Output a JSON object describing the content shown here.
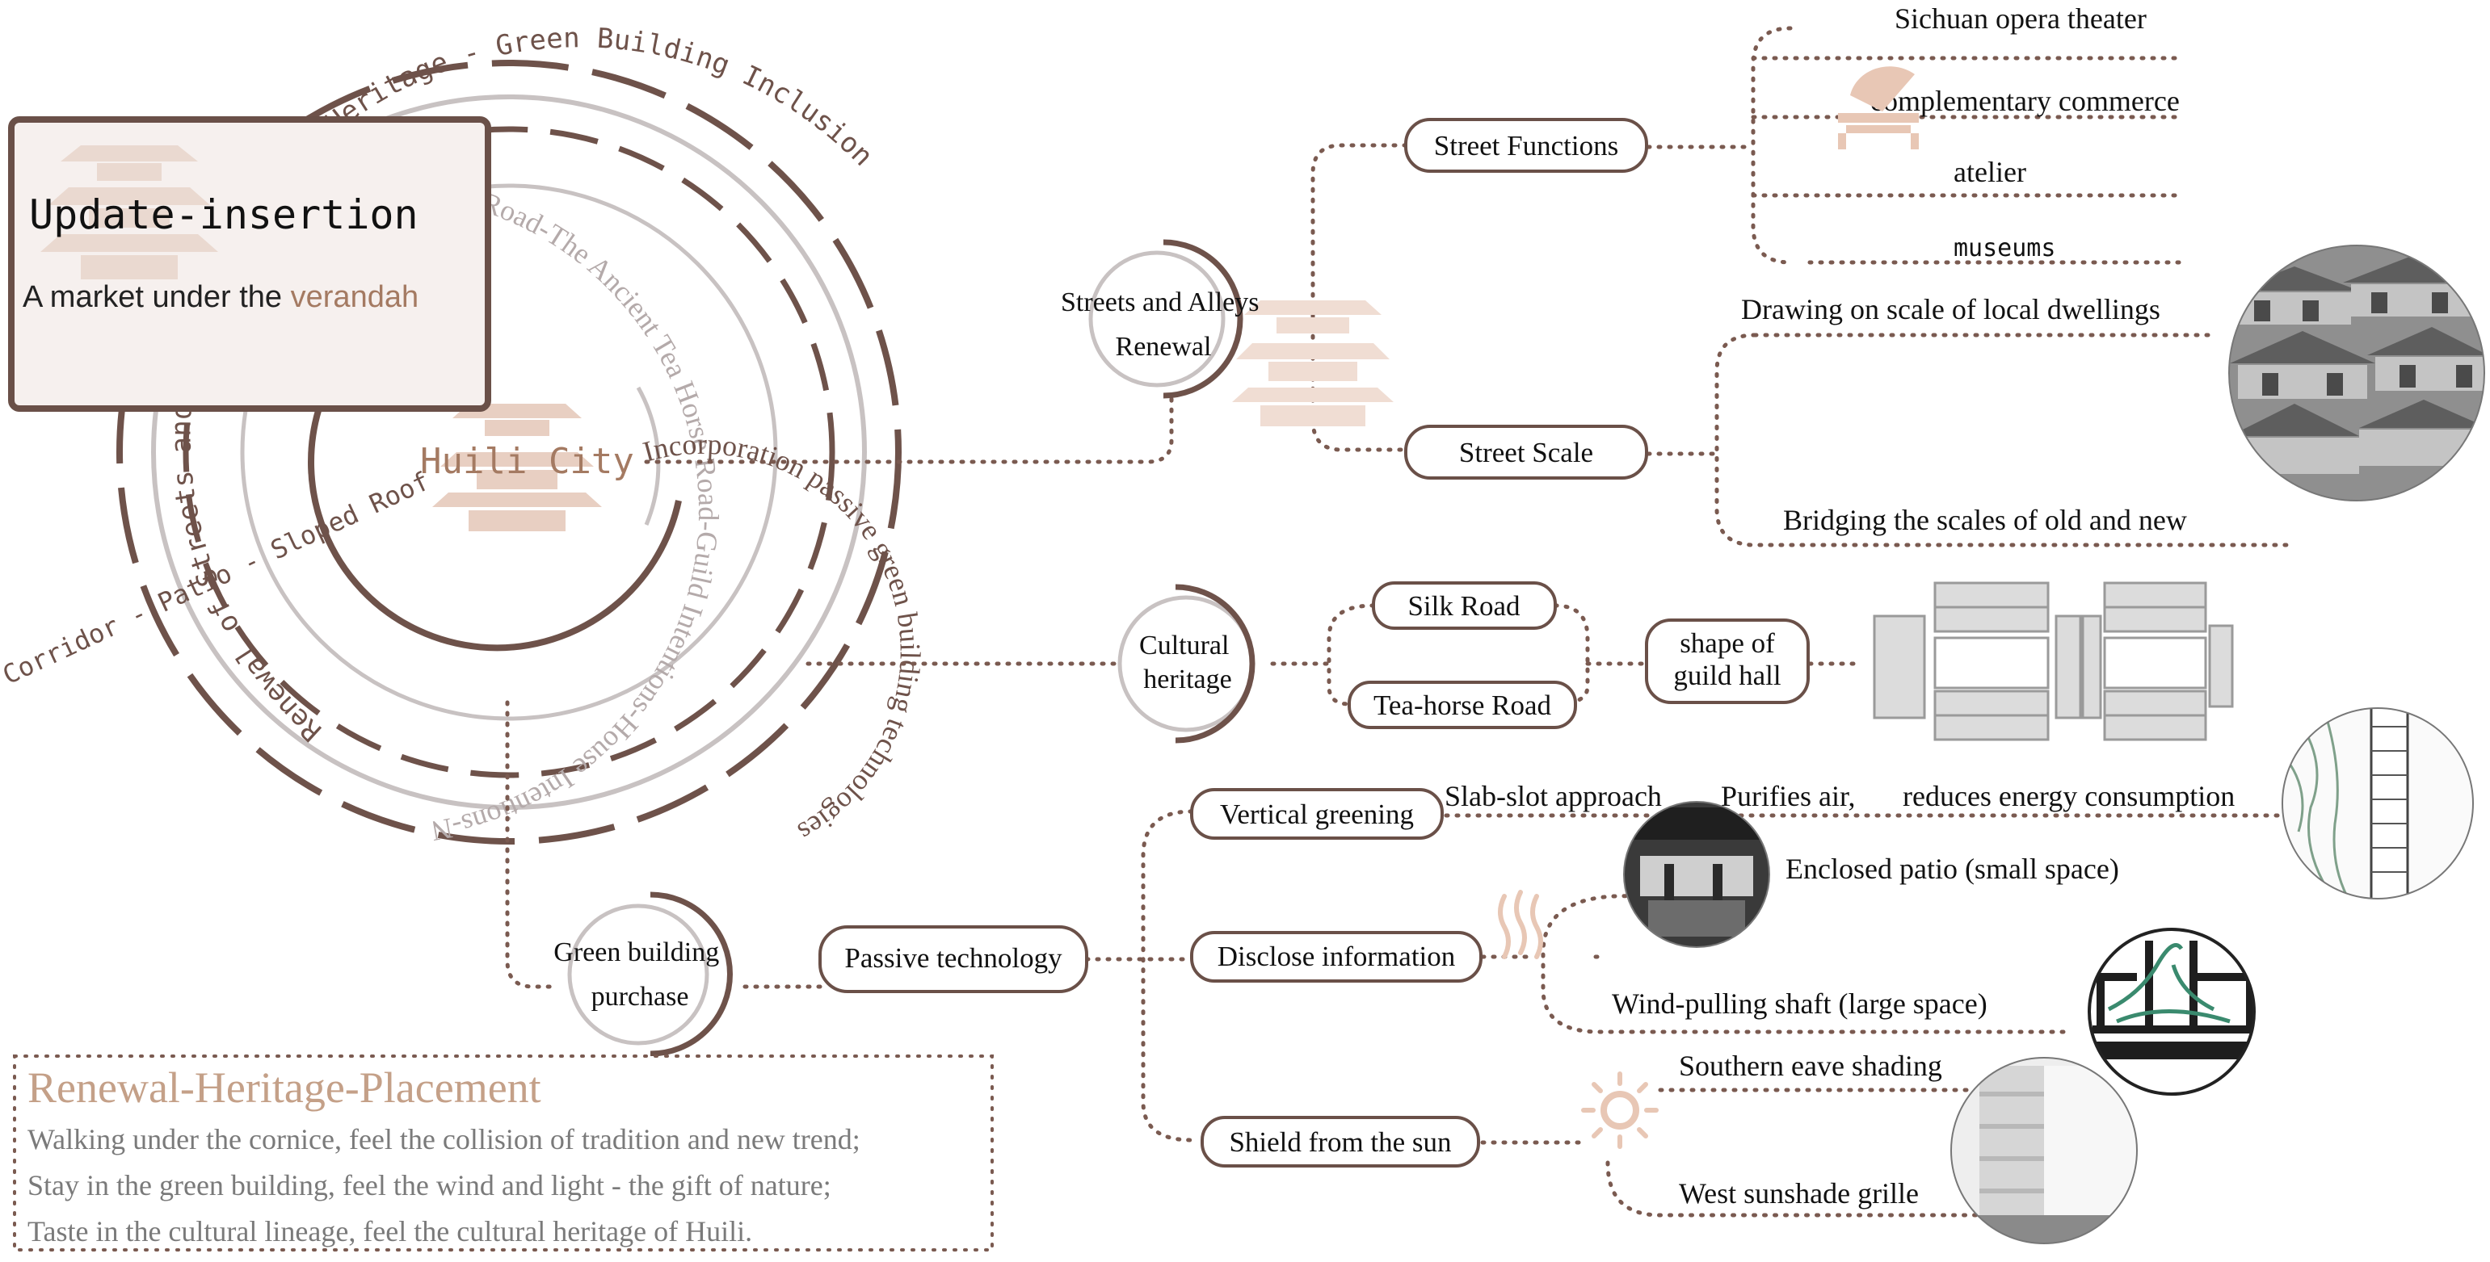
{
  "colors": {
    "brown": "#6e524a",
    "dot": "#7a5a50",
    "light_gray": "#c8c2c2",
    "pagoda": "#e8cfc2",
    "accent": "#a47a62",
    "box_border": "#6a5048",
    "card_fill": "#f6f0ee",
    "text_gray": "#7a7a7a"
  },
  "update_box": {
    "title": "Update-insertion",
    "subtitle_plain": "A market under the ",
    "subtitle_accent": "verandah"
  },
  "center": {
    "label": "Huili City",
    "icon": "pagoda-icon"
  },
  "rings": {
    "outer": "Renewal of Streets and Alleys - Cultural Heritage - Green Building Inclusion",
    "second": "Silk Road-The Ancient Tea Horse Road-Guild Intentions-House Intentions-N",
    "third": "Incorporation passive green building technologies",
    "left": "Corridor - Patio - Sloped Roof"
  },
  "streets": {
    "label": "Streets and Alleys Renewal",
    "functions": "Street Functions",
    "function_items": [
      "Sichuan opera theater",
      "complementary commerce",
      "atelier",
      "museums"
    ],
    "scale": "Street Scale",
    "scale_items": [
      "Drawing on scale of local dwellings",
      "Bridging the scales of old and new"
    ],
    "icons": [
      "umbrella-table-icon",
      "pagoda-icon",
      "dwellings-photo"
    ]
  },
  "heritage": {
    "label": "Cultural heritage",
    "silk": "Silk Road",
    "tea": "Tea-horse Road",
    "guild": "shape of guild hall",
    "icons": [
      "guild-hall-plan-icon"
    ]
  },
  "green": {
    "label": "Green building purchase",
    "passive": "Passive technology",
    "vertical": "Vertical greening",
    "vertical_desc_1": "Slab-slot approach",
    "vertical_desc_2": "Purifies air,",
    "vertical_desc_3": "reduces energy consumption",
    "disclose": "Disclose information",
    "patio": "Enclosed patio (small space)",
    "shaft": "Wind-pulling shaft (large space)",
    "shield": "Shield from the sun",
    "south": "Southern eave shading",
    "west": "West sunshade grille",
    "icons": [
      "wall-greening-photo",
      "patio-photo",
      "heat-waves-icon",
      "wind-shaft-section-icon",
      "sun-icon",
      "grille-photo"
    ]
  },
  "summary": {
    "title": "Renewal-Heritage-Placement",
    "lines": [
      "Walking under the cornice, feel the collision of tradition and new trend;",
      "Stay in the green building, feel the wind and light - the gift of nature;",
      "Taste in the cultural lineage, feel the cultural heritage of Huili."
    ]
  }
}
